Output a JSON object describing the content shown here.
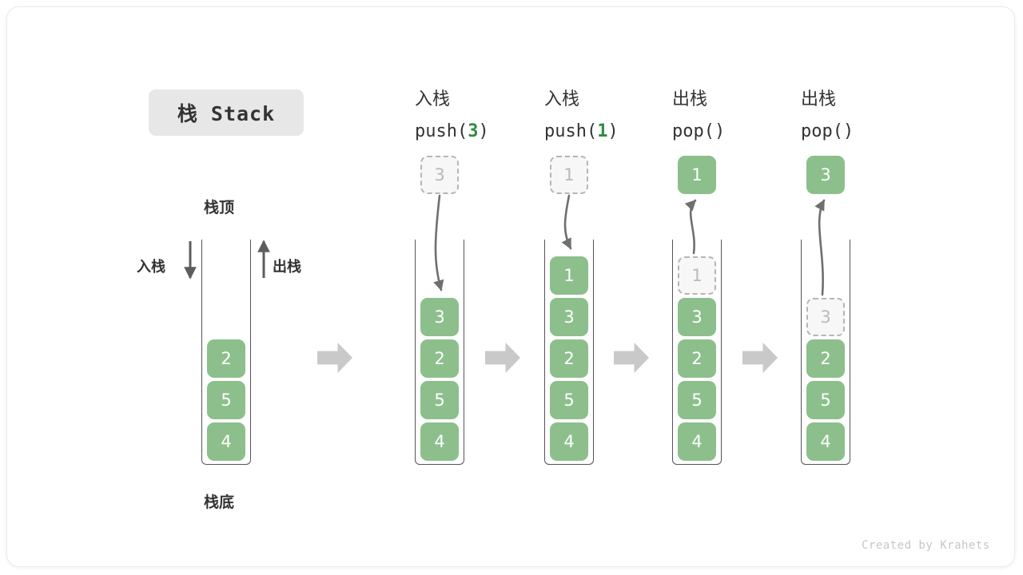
{
  "diagram": {
    "title_badge": "栈 Stack",
    "top_caption": "栈顶",
    "bottom_caption": "栈底",
    "push_side_label": "入栈",
    "pop_side_label": "出栈",
    "watermark": "Created by Krahets",
    "accent_green": "#8cbf8c",
    "arg_green": "#2e8b45",
    "gray_arrow": "#c9c9c9",
    "ghost_gray": "#b9b9b9",
    "border_gray": "#555555"
  },
  "initial_stack": {
    "cells": [
      "2",
      "5",
      "4"
    ]
  },
  "steps": [
    {
      "op_zh": "入栈",
      "op_code_prefix": "push(",
      "op_arg": "3",
      "op_code_suffix": ")",
      "floating_value": "3",
      "floating_state": "ghost",
      "direction": "in",
      "cells": [
        {
          "value": "3",
          "state": "filled"
        },
        {
          "value": "2",
          "state": "filled"
        },
        {
          "value": "5",
          "state": "filled"
        },
        {
          "value": "4",
          "state": "filled"
        }
      ]
    },
    {
      "op_zh": "入栈",
      "op_code_prefix": "push(",
      "op_arg": "1",
      "op_code_suffix": ")",
      "floating_value": "1",
      "floating_state": "ghost",
      "direction": "in",
      "cells": [
        {
          "value": "1",
          "state": "filled"
        },
        {
          "value": "3",
          "state": "filled"
        },
        {
          "value": "2",
          "state": "filled"
        },
        {
          "value": "5",
          "state": "filled"
        },
        {
          "value": "4",
          "state": "filled"
        }
      ]
    },
    {
      "op_zh": "出栈",
      "op_code_prefix": "pop(",
      "op_arg": "",
      "op_code_suffix": ")",
      "floating_value": "1",
      "floating_state": "filled",
      "direction": "out",
      "cells": [
        {
          "value": "1",
          "state": "ghost"
        },
        {
          "value": "3",
          "state": "filled"
        },
        {
          "value": "2",
          "state": "filled"
        },
        {
          "value": "5",
          "state": "filled"
        },
        {
          "value": "4",
          "state": "filled"
        }
      ]
    },
    {
      "op_zh": "出栈",
      "op_code_prefix": "pop(",
      "op_arg": "",
      "op_code_suffix": ")",
      "floating_value": "3",
      "floating_state": "filled",
      "direction": "out",
      "cells": [
        {
          "value": "3",
          "state": "ghost"
        },
        {
          "value": "2",
          "state": "filled"
        },
        {
          "value": "5",
          "state": "filled"
        },
        {
          "value": "4",
          "state": "filled"
        }
      ]
    }
  ]
}
